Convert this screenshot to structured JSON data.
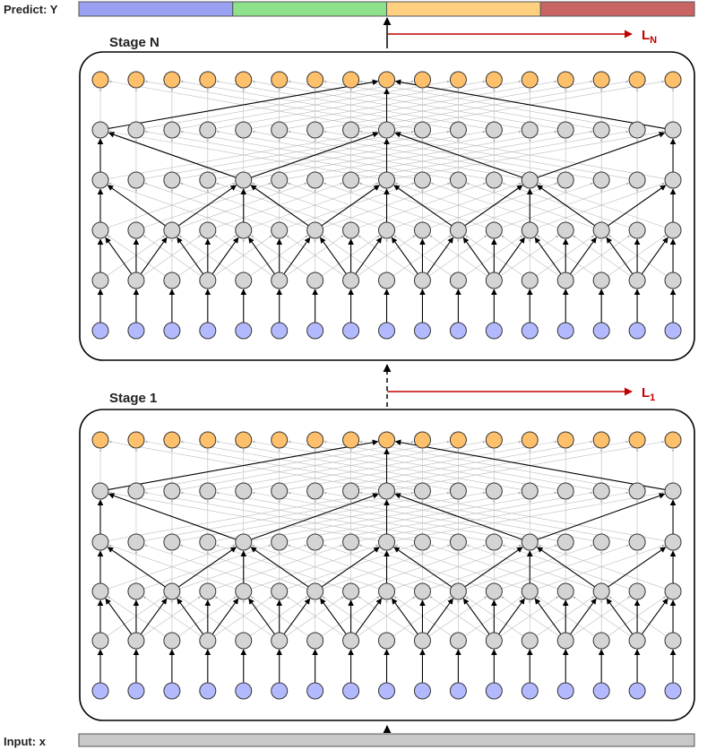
{
  "predict_label": "Predict: Y",
  "input_label": "Input: x",
  "predict_bar_segments": [
    "#9aa0f2",
    "#8fe08a",
    "#ffd080",
    "#c96464"
  ],
  "input_bar_color": "#c8c8c8",
  "stages": [
    {
      "title": "Stage N",
      "loss": {
        "base": "L",
        "sub": "N"
      }
    },
    {
      "title": "Stage 1",
      "loss": {
        "base": "L",
        "sub": "1"
      }
    }
  ],
  "nodes_per_layer": 17,
  "node_colors": {
    "input": "#b3b9ff",
    "hidden": "#d4d4d4",
    "output": "#ffc06b"
  },
  "loss_color": "#c00000"
}
